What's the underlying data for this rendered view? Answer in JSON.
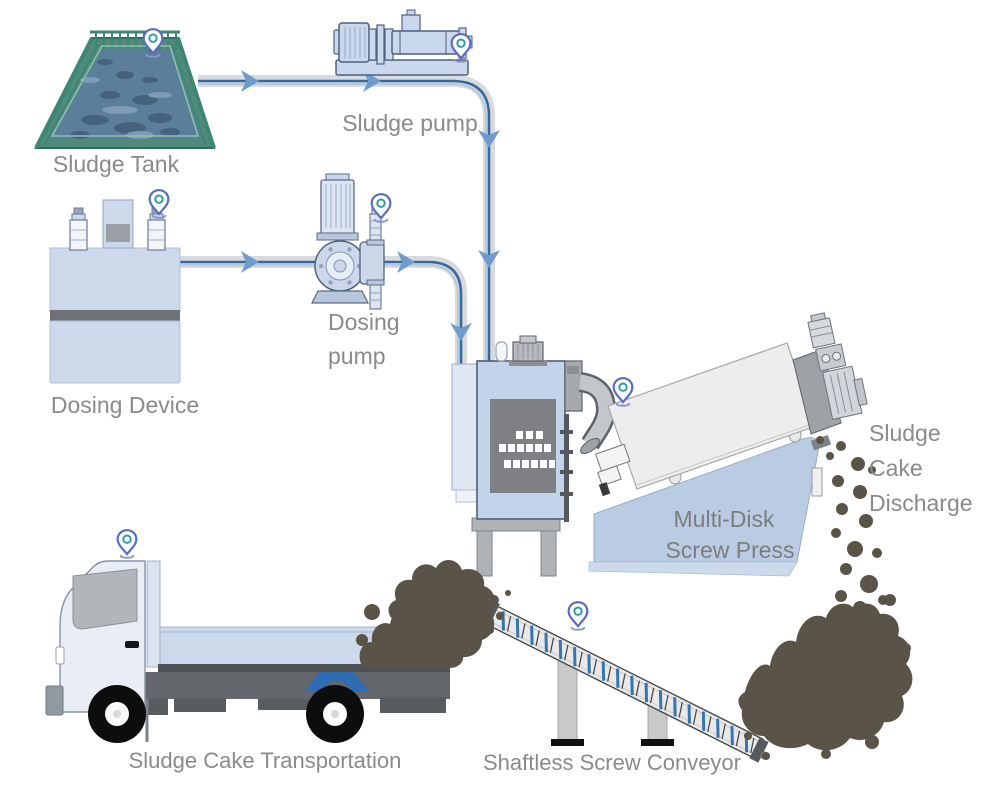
{
  "labels": {
    "sludge_tank": "Sludge Tank",
    "sludge_pump": "Sludge pump",
    "dosing_device": "Dosing Device",
    "dosing_pump_line1": "Dosing",
    "dosing_pump_line2": "pump",
    "screw_press_line1": "Multi-Disk",
    "screw_press_line2": "Screw Press",
    "discharge_line1": "Sludge",
    "discharge_line2": "Cake",
    "discharge_line3": "Discharge",
    "transportation": "Sludge Cake Transportation",
    "conveyor": "Shaftless Screw Conveyor"
  },
  "icons": {
    "location_pin": "location-pin"
  },
  "colors": {
    "label_gray": "#8a8a8a",
    "pipe_casing": "#d8dbde",
    "pipe_blue": "#35689c",
    "pipe_highlight": "#a9c4dd",
    "arrow_blue": "#6f9ccd",
    "equipment_blue": "#c9d8ec",
    "equipment_outline": "#51617e",
    "press_base_blue": "#b9cce3",
    "press_body_gray": "#ededed",
    "sludge_brown": "#5a5347",
    "tank_teal": "#4f8b7b",
    "water_blue": "#5b7f9b",
    "truck_blue_arch": "#2e6db4",
    "panel_dark": "#7e8083",
    "pin_outline": "#5b6cc0",
    "pin_inner": "#2f9da5"
  }
}
